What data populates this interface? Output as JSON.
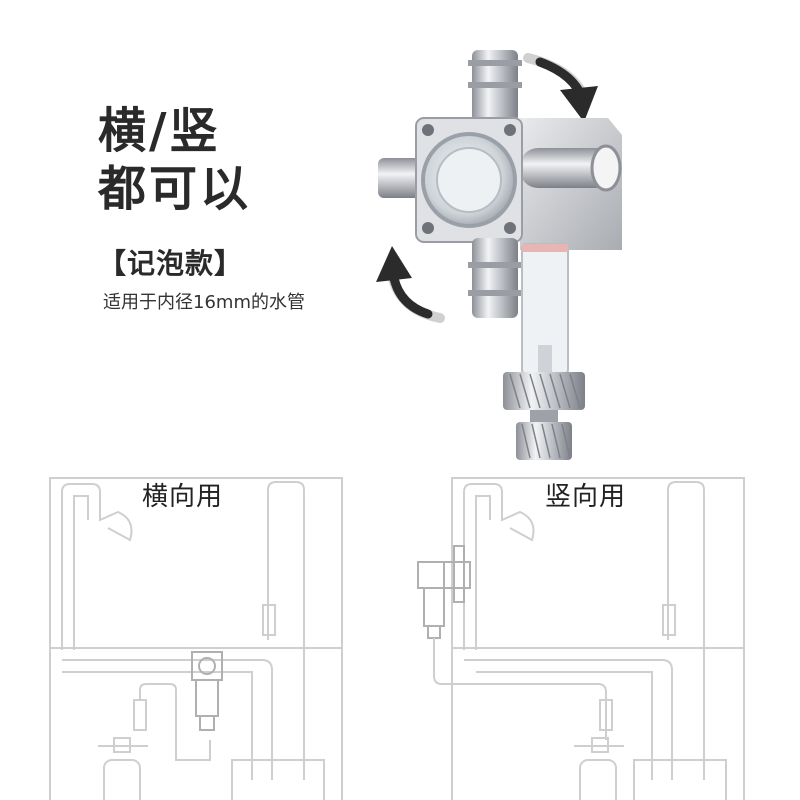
{
  "headline": {
    "line1": "横/竖",
    "line2": "都可以"
  },
  "variant_label": "【记泡款】",
  "subnote": "适用于内径16mm的水管",
  "diagrams": {
    "horizontal_label": "横向用",
    "vertical_label": "竖向用"
  },
  "colors": {
    "text": "#2a2a2a",
    "line_art": "#cfcfcf",
    "metal": "#c9ccd1",
    "arrow": "#222222"
  }
}
